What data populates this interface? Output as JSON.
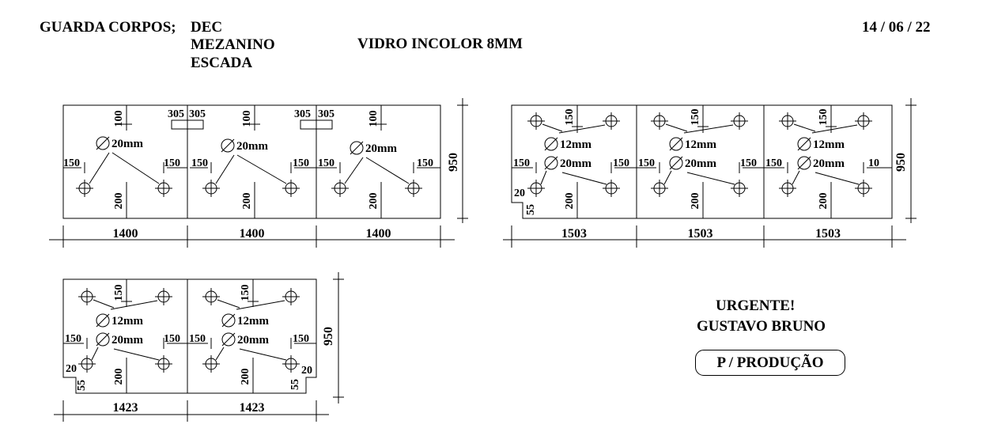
{
  "header": {
    "project_label": "GUARDA CORPOS;",
    "items": [
      "DEC",
      "MEZANINO",
      "ESCADA"
    ],
    "material": "VIDRO INCOLOR 8MM",
    "date": "14 / 06 / 22"
  },
  "notes": {
    "urgent": "URGENTE!",
    "name": "GUSTAVO BRUNO",
    "stamp": "P / PRODUÇÃO"
  },
  "groups": [
    {
      "id": "dec",
      "height_label": "950",
      "panels": [
        {
          "width": "1400",
          "hole_top_label": "100",
          "hole_side_label": "150",
          "hole_bottom_label": "200",
          "diameter_20": "20mm",
          "marks": [
            "305"
          ]
        },
        {
          "width": "1400",
          "hole_top_label": "100",
          "hole_side_label": "150",
          "hole_bottom_label": "200",
          "diameter_20": "20mm",
          "marks": [
            "305",
            "305"
          ]
        },
        {
          "width": "1400",
          "hole_top_label": "100",
          "hole_side_label": "150",
          "hole_bottom_label": "200",
          "diameter_20": "20mm",
          "marks": [
            "305"
          ]
        }
      ]
    },
    {
      "id": "mezanino",
      "height_label": "950",
      "panels": [
        {
          "width": "1503",
          "top_label": "150",
          "side_label": "150",
          "bottom_label": "200",
          "diameter_12": "12mm",
          "diameter_20": "20mm",
          "notch": [
            "20",
            "55"
          ]
        },
        {
          "width": "1503",
          "top_label": "150",
          "side_label": "150",
          "bottom_label": "200",
          "diameter_12": "12mm",
          "diameter_20": "20mm"
        },
        {
          "width": "1503",
          "top_label": "150",
          "side_label": "150",
          "right_label": "10",
          "bottom_label": "200",
          "diameter_12": "12mm",
          "diameter_20": "20mm"
        }
      ]
    },
    {
      "id": "escada",
      "height_label": "950",
      "panels": [
        {
          "width": "1423",
          "top_label": "150",
          "side_label": "150",
          "bottom_label": "200",
          "diameter_12": "12mm",
          "diameter_20": "20mm",
          "notch": [
            "20",
            "55"
          ]
        },
        {
          "width": "1423",
          "top_label": "150",
          "side_label": "150",
          "bottom_label": "200",
          "diameter_12": "12mm",
          "diameter_20": "20mm",
          "notch": [
            "20",
            "55"
          ]
        }
      ]
    }
  ]
}
